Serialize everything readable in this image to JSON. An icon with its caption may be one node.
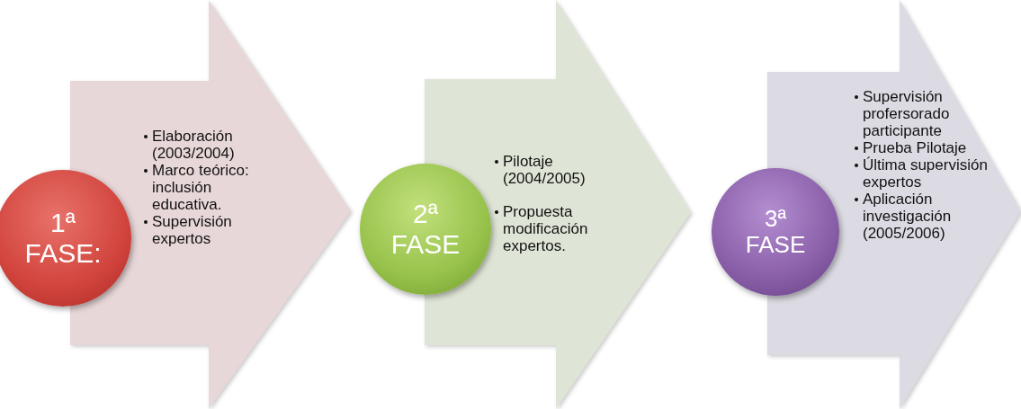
{
  "diagram": {
    "nodes": [
      {
        "text": [
          "1ª FASE:"
        ]
      },
      {
        "text": [
          "Elaboración (2003/2004)",
          "Marco teórico: inclusión educativa.",
          "Supervisión expertos"
        ]
      },
      {
        "text": [
          "2ª FASE"
        ]
      },
      {
        "text": [
          "Pilotaje (2004/2005)",
          "Propuesta modificación expertos."
        ]
      },
      {
        "text": [
          "3ª FASE"
        ]
      },
      {
        "text": [
          "Supervisión profersorado participante",
          "Prueba Pilotaje",
          "Última supervisión expertos",
          "Aplicación investigación (2005/2006)"
        ]
      }
    ]
  }
}
